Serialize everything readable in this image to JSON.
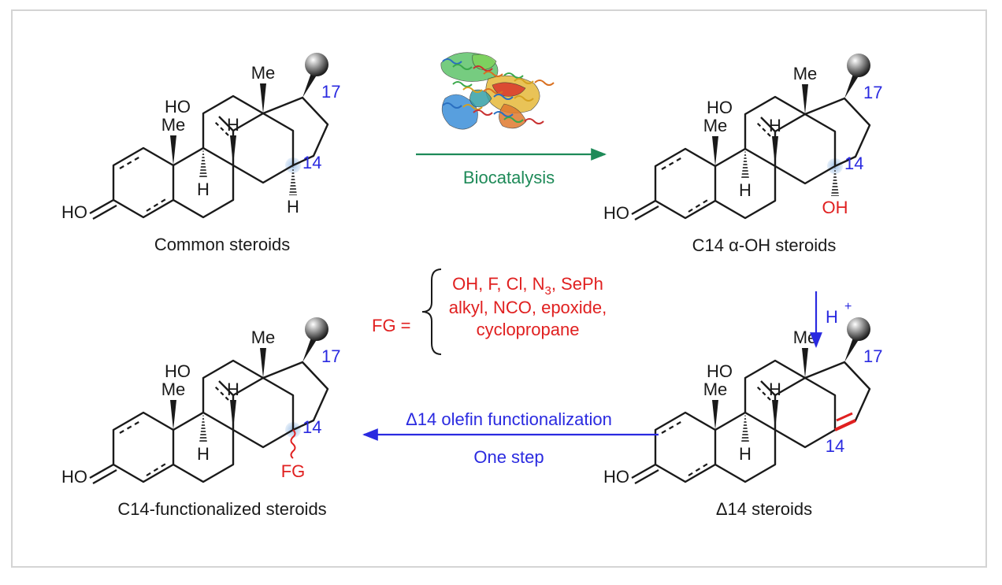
{
  "colors": {
    "bond": "#1a1a1a",
    "blue": "#2a2ae0",
    "red": "#e02020",
    "green": "#1e8a58",
    "highlight": "#9dbfe6",
    "frame": "#d4d4d4"
  },
  "atom_labels": {
    "ho": "HO",
    "me": "Me",
    "h": "H",
    "c17": "17",
    "c14": "14",
    "oh": "OH",
    "fg": "FG"
  },
  "structures": {
    "common": {
      "caption": "Common steroids"
    },
    "alpha_oh": {
      "caption": "C14 α-OH steroids"
    },
    "delta14": {
      "caption": "Δ14 steroids"
    },
    "functionalized": {
      "caption": "C14-functionalized steroids"
    }
  },
  "arrows": {
    "biocatalysis": {
      "label": "Biocatalysis",
      "icon": "enzyme-protein-ribbon"
    },
    "acid": {
      "label": "H",
      "superscript": "+"
    },
    "olefin": {
      "label_top": "Δ14 olefin functionalization",
      "label_bottom": "One step"
    }
  },
  "fg_definition": {
    "lhs": "FG =",
    "line1_prefix": "OH, F, Cl, N",
    "line1_subscript": "3",
    "line1_suffix": ", SePh",
    "line2": "alkyl, NCO, epoxide,",
    "line3": "cyclopropane"
  }
}
